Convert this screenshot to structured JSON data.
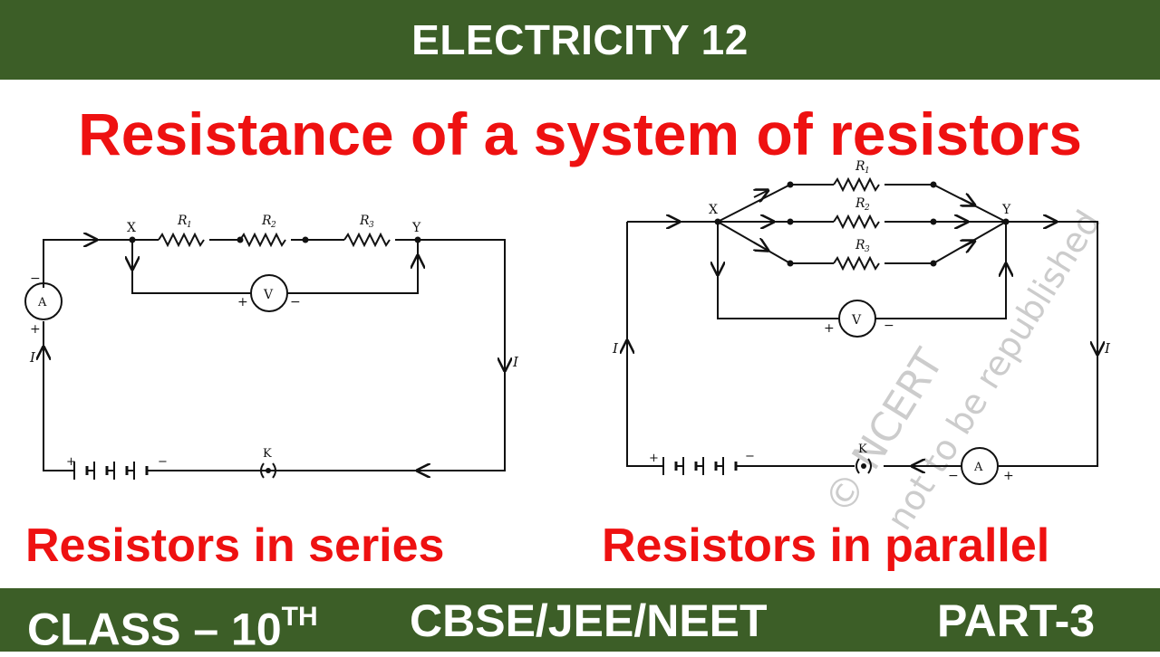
{
  "header": {
    "title": "ELECTRICITY 12"
  },
  "main_title": "Resistance of a system of resistors",
  "series_diagram": {
    "caption": "Resistors in series",
    "labels": {
      "x": "X",
      "y": "Y",
      "r1": "R",
      "r1_sub": "1",
      "r2": "R",
      "r2_sub": "2",
      "r3": "R",
      "r3_sub": "3",
      "ammeter": "A",
      "voltmeter": "V",
      "key": "K",
      "current_left": "I",
      "current_right": "I",
      "plus": "+",
      "minus": "−"
    }
  },
  "parallel_diagram": {
    "caption": "Resistors in parallel",
    "labels": {
      "x": "X",
      "y": "Y",
      "r1": "R",
      "r1_sub": "1",
      "r2": "R",
      "r2_sub": "2",
      "r3": "R",
      "r3_sub": "3",
      "ammeter": "A",
      "voltmeter": "V",
      "key": "K",
      "current_left": "I",
      "current_right": "I",
      "plus": "+",
      "minus": "−"
    },
    "watermark_line1": "© NCERT",
    "watermark_line2": "not to be republished"
  },
  "footer": {
    "class_label": "CLASS – 10",
    "class_sup": "TH",
    "exams": "CBSE/JEE/NEET",
    "part": "PART-3"
  },
  "colors": {
    "bar": "#3c5e27",
    "title_red": "#ee1111",
    "bar_text": "#ffffff"
  }
}
